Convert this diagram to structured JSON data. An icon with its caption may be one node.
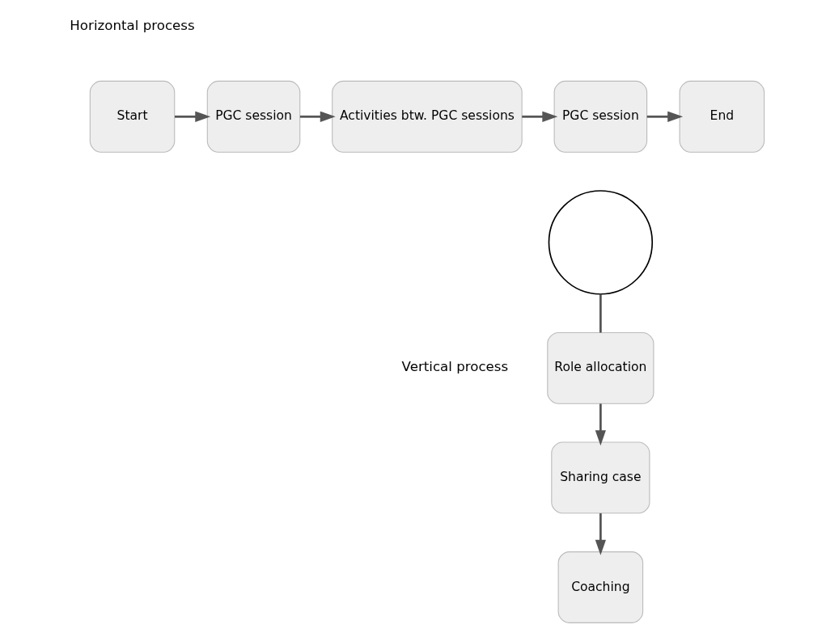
{
  "diagram": {
    "nodes": [
      {
        "text": [
          "Start"
        ]
      },
      {
        "text": [
          "PGC session"
        ]
      },
      {
        "text": [
          "Activities btw. PGC sessions"
        ]
      },
      {
        "text": [
          "PGC session"
        ]
      },
      {
        "text": [
          "End"
        ]
      },
      {
        "text": [],
        "shape": "circle"
      },
      {
        "text": [
          "Role allocation"
        ]
      },
      {
        "text": [
          "Sharing case"
        ]
      },
      {
        "text": [
          "Coaching"
        ]
      }
    ],
    "edges": [
      {
        "from": 0,
        "to": 1,
        "arrow": "to"
      },
      {
        "from": 1,
        "to": 2,
        "arrow": "to"
      },
      {
        "from": 2,
        "to": 3,
        "arrow": "to"
      },
      {
        "from": 3,
        "to": 4,
        "arrow": "to"
      },
      {
        "from": 5,
        "to": 6,
        "arrow": "none"
      },
      {
        "from": 6,
        "to": 7,
        "arrow": "to"
      },
      {
        "from": 7,
        "to": 8,
        "arrow": "to"
      }
    ],
    "labels": [
      "Horizontal process",
      "Vertical process"
    ]
  }
}
